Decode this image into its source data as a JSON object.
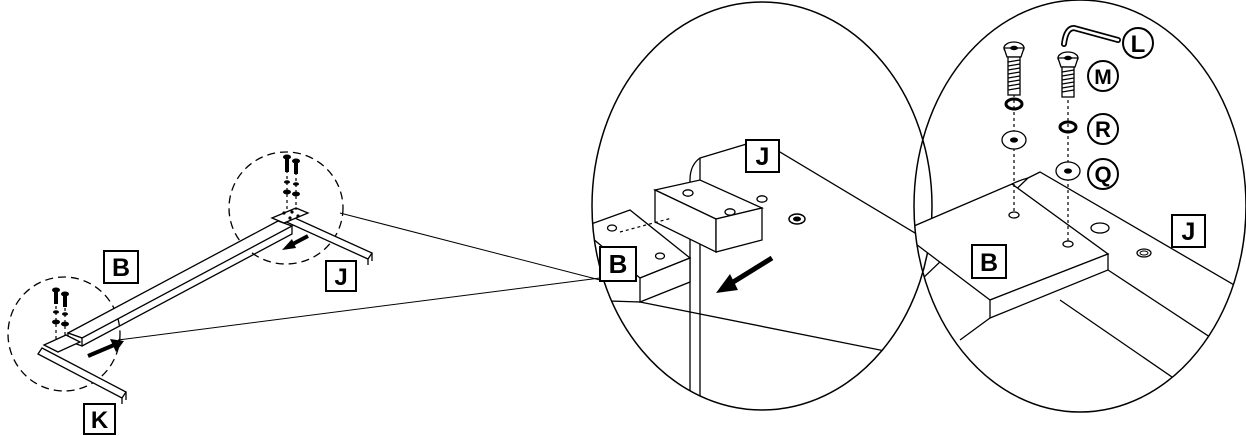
{
  "labels": {
    "overview_b": "B",
    "overview_j": "J",
    "overview_k": "K",
    "detail1_j": "J",
    "detail1_b": "B",
    "detail2_l": "L",
    "detail2_m": "M",
    "detail2_r": "R",
    "detail2_q": "Q",
    "detail2_b": "B",
    "detail2_j": "J"
  }
}
